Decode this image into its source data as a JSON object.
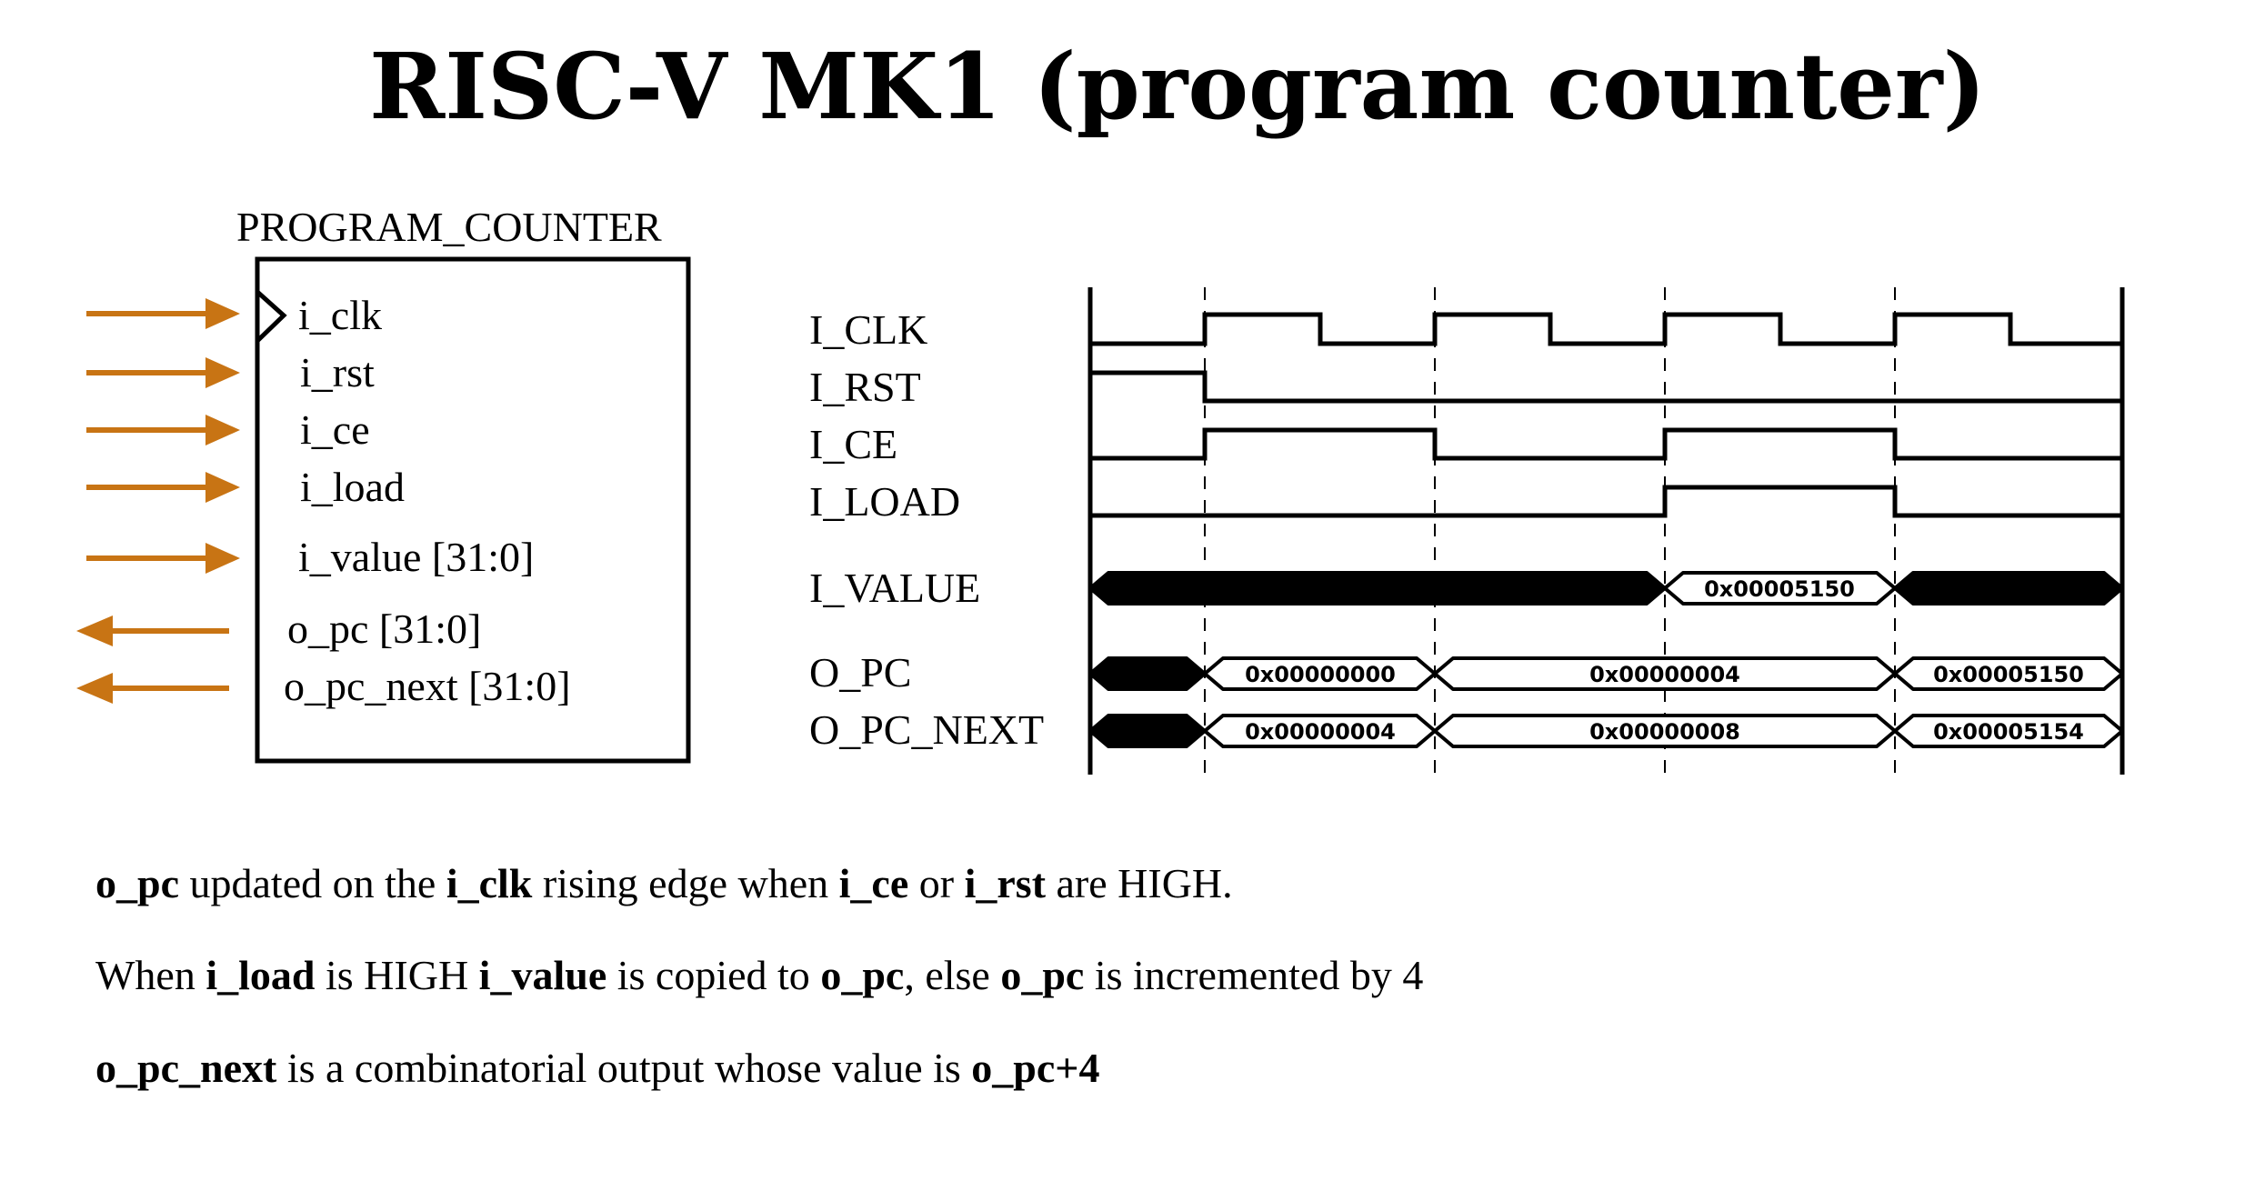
{
  "title": "RISC-V MK1 (program counter)",
  "block": {
    "name": "PROGRAM_COUNTER",
    "inputs": [
      "i_clk",
      "i_rst",
      "i_ce",
      "i_load",
      "i_value [31:0]"
    ],
    "outputs": [
      "o_pc [31:0]",
      "o_pc_next [31:0]"
    ],
    "arrow_color": "#c87414"
  },
  "timing": {
    "signals": [
      "I_CLK",
      "I_RST",
      "I_CE",
      "I_LOAD",
      "I_VALUE",
      "O_PC",
      "O_PC_NEXT"
    ],
    "i_value_bus": [
      "0x00005150"
    ],
    "o_pc_bus": [
      "0x00000000",
      "0x00000004",
      "0x00005150"
    ],
    "o_pc_next_bus": [
      "0x00000004",
      "0x00000008",
      "0x00005154"
    ]
  },
  "description": [
    {
      "segments": [
        {
          "text": "o_pc",
          "bold": true
        },
        {
          "text": " updated on the ",
          "bold": false
        },
        {
          "text": "i_clk",
          "bold": true
        },
        {
          "text": " rising edge when ",
          "bold": false
        },
        {
          "text": "i_ce",
          "bold": true
        },
        {
          "text": " or ",
          "bold": false
        },
        {
          "text": "i_rst",
          "bold": true
        },
        {
          "text": " are HIGH.",
          "bold": false
        }
      ]
    },
    {
      "segments": [
        {
          "text": "When ",
          "bold": false
        },
        {
          "text": "i_load",
          "bold": true
        },
        {
          "text": " is HIGH ",
          "bold": false
        },
        {
          "text": "i_value",
          "bold": true
        },
        {
          "text": " is copied to ",
          "bold": false
        },
        {
          "text": "o_pc",
          "bold": true
        },
        {
          "text": ", else ",
          "bold": false
        },
        {
          "text": "o_pc",
          "bold": true
        },
        {
          "text": " is incremented by 4",
          "bold": false
        }
      ]
    },
    {
      "segments": [
        {
          "text": "o_pc_next",
          "bold": true
        },
        {
          "text": " is a combinatorial output whose value is ",
          "bold": false
        },
        {
          "text": "o_pc+4",
          "bold": true
        }
      ]
    }
  ]
}
